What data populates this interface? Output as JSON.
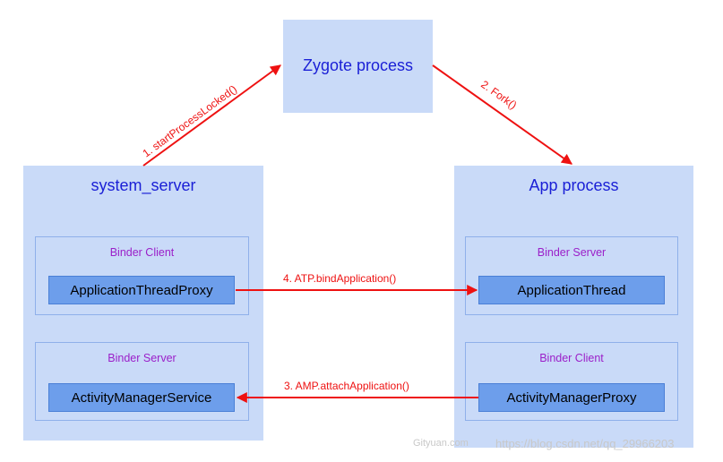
{
  "zygote": {
    "title": "Zygote process"
  },
  "system_server": {
    "title": "system_server",
    "client_box": {
      "label": "Binder Client",
      "component": "ApplicationThreadProxy"
    },
    "server_box": {
      "label": "Binder Server",
      "component": "ActivityManagerService"
    }
  },
  "app_process": {
    "title": "App process",
    "server_box": {
      "label": "Binder Server",
      "component": "ApplicationThread"
    },
    "client_box": {
      "label": "Binder Client",
      "component": "ActivityManagerProxy"
    }
  },
  "arrows": {
    "start": "1. startProcessLocked()",
    "fork": "2. Fork()",
    "detach": "3. AMP.attachApplication()",
    "bind": "4. ATP.bindApplication()"
  },
  "watermark": {
    "site": "Gityuan.com",
    "url": "https://blog.csdn.net/qq_29966203"
  },
  "colors": {
    "arrow": "#ee1111",
    "title_text": "#1a1fd6",
    "sub_text": "#9b1fc9"
  }
}
